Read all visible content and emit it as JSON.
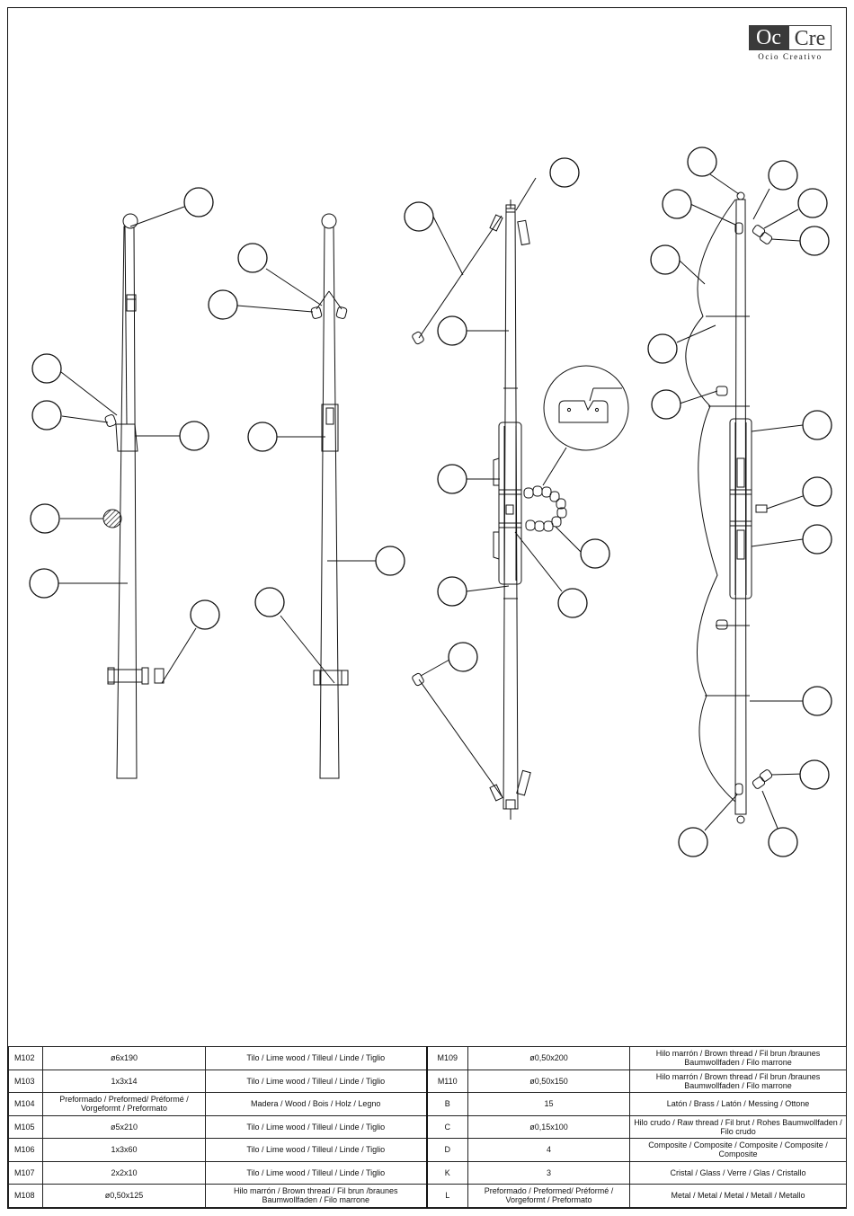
{
  "logo": {
    "part1": "Oc",
    "part2": "Cre",
    "tagline": "Ocio Creativo"
  },
  "colors": {
    "ink": "#111111",
    "logo_dark": "#3a3a3a"
  },
  "parts_table": [
    {
      "left": [
        "M102",
        "ø6x190",
        "Tilo / Lime wood / Tilleul / Linde / Tiglio"
      ],
      "right": [
        "M109",
        "ø0,50x200",
        "Hilo marrón / Brown thread / Fil  brun /braunes Baumwollfaden / Filo marrone"
      ]
    },
    {
      "left": [
        "M103",
        "1x3x14",
        "Tilo / Lime wood / Tilleul / Linde / Tiglio"
      ],
      "right": [
        "M110",
        "ø0,50x150",
        "Hilo marrón / Brown thread / Fil  brun /braunes Baumwollfaden / Filo marrone"
      ]
    },
    {
      "left": [
        "M104",
        "Preformado / Preformed/ Préformé / Vorgeformt / Preformato",
        "Madera / Wood / Bois / Holz / Legno"
      ],
      "right": [
        "B",
        "15",
        "Latón / Brass / Latón / Messing / Ottone"
      ]
    },
    {
      "left": [
        "M105",
        "ø5x210",
        "Tilo / Lime wood / Tilleul / Linde / Tiglio"
      ],
      "right": [
        "C",
        "ø0,15x100",
        "Hilo crudo / Raw thread / Fil brut / Rohes Baumwollfaden / Filo crudo"
      ]
    },
    {
      "left": [
        "M106",
        "1x3x60",
        "Tilo / Lime wood / Tilleul / Linde / Tiglio"
      ],
      "right": [
        "D",
        "4",
        "Composite / Composite / Composite / Composite / Composite"
      ]
    },
    {
      "left": [
        "M107",
        "2x2x10",
        "Tilo / Lime wood / Tilleul / Linde / Tiglio"
      ],
      "right": [
        "K",
        "3",
        "Cristal / Glass / Verre / Glas / Cristallo"
      ]
    },
    {
      "left": [
        "M108",
        "ø0,50x125",
        "Hilo marrón / Brown thread / Fil  brun /braunes Baumwollfaden / Filo marrone"
      ],
      "right": [
        "L",
        "Preformado / Preformed/ Préformé / Vorgeformt / Preformato",
        "Metal / Metal / Metal / Metall / Metallo"
      ]
    }
  ]
}
